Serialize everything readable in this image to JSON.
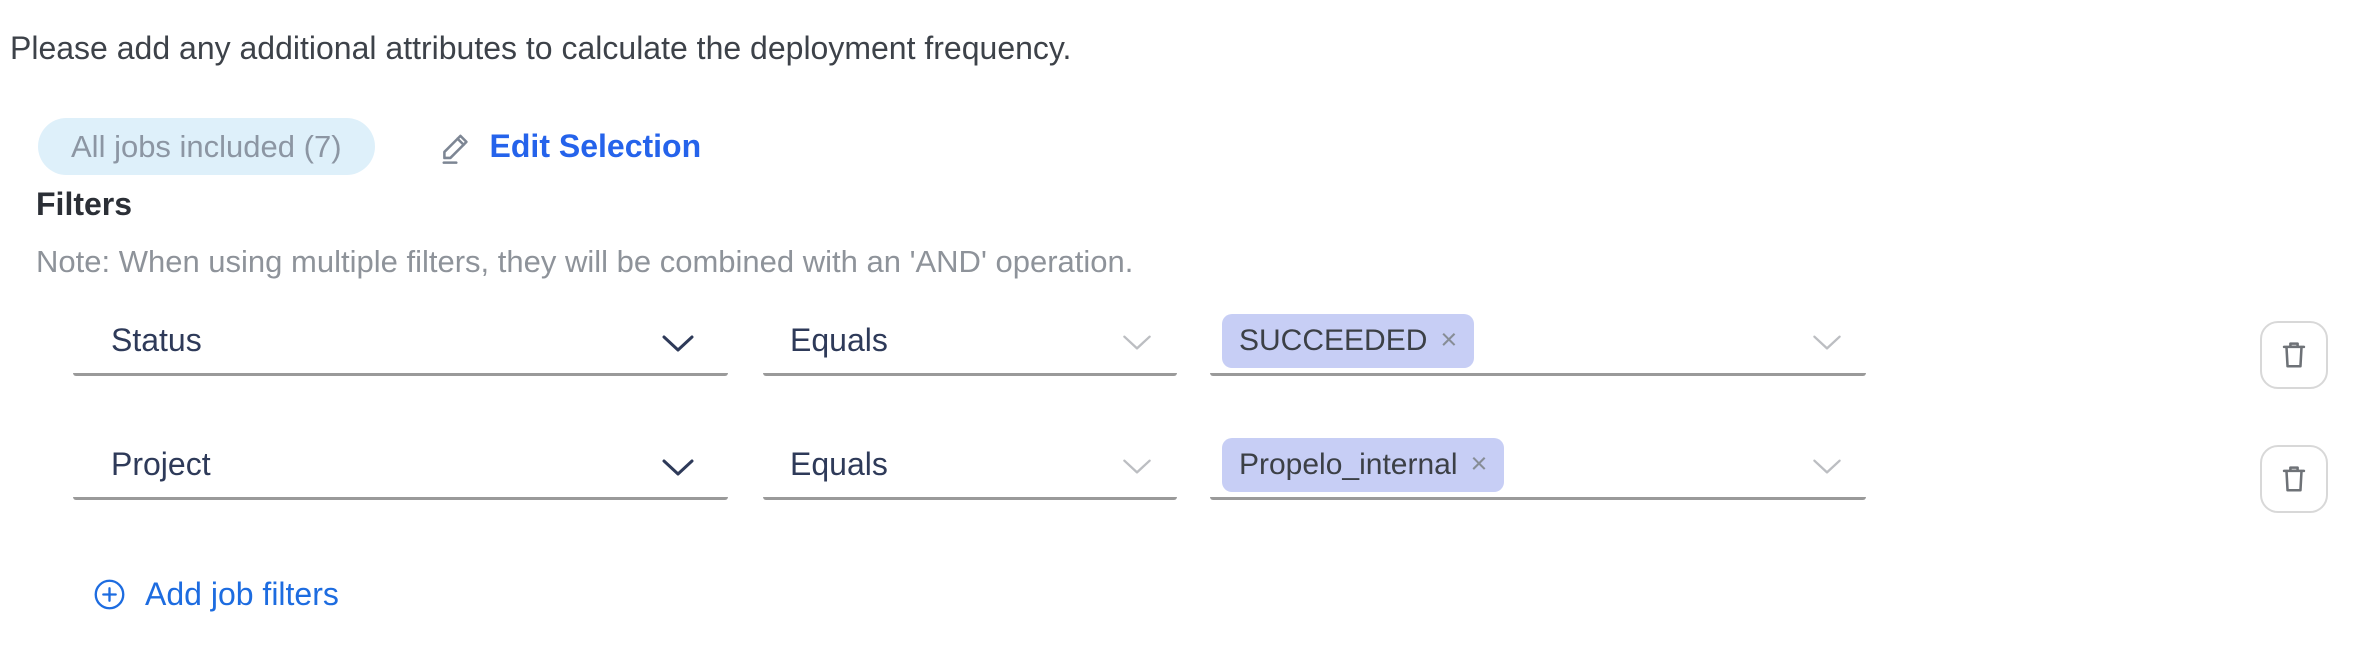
{
  "instruction": "Please add any additional attributes to calculate the deployment frequency.",
  "jobs_summary": {
    "badge_label": "All jobs included (7)",
    "edit_link_label": "Edit Selection"
  },
  "filters_section": {
    "heading": "Filters",
    "note": "Note: When using multiple filters, they will be combined with an 'AND' operation.",
    "rows": [
      {
        "attribute": "Status",
        "operator": "Equals",
        "values": [
          {
            "label": "SUCCEEDED",
            "remove_glyph": "×"
          }
        ]
      },
      {
        "attribute": "Project",
        "operator": "Equals",
        "values": [
          {
            "label": "Propelo_internal",
            "remove_glyph": "×"
          }
        ]
      }
    ],
    "add_link_label": "Add job filters"
  },
  "icons": {
    "edit": "pencil-icon",
    "attribute_dropdown": "chevron-down-icon",
    "operator_dropdown": "chevron-down-icon",
    "values_dropdown": "chevron-down-icon",
    "delete_row": "trash-icon",
    "add_filter": "plus-circle-icon",
    "tag_remove": "close-icon"
  },
  "colors": {
    "instruction_text": "#3d4249",
    "badge_background": "#def0fa",
    "badge_text": "#8c96a3",
    "edit_link_blue": "#2563eb",
    "add_link_blue": "#1d6ce0",
    "heading_text": "#2b2f36",
    "note_text": "#8e939a",
    "field_label_text": "#2e3a59",
    "field_underline": "#9a9a9a",
    "tag_background": "#c7cef5",
    "tag_text": "#3c4046",
    "trash_border": "#d8d8d8",
    "trash_glyph": "#6e7277"
  }
}
